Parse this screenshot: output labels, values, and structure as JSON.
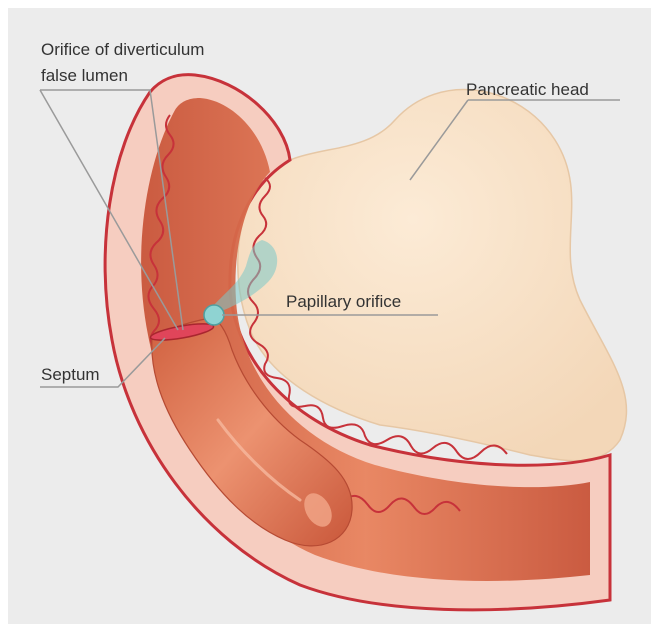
{
  "labels": {
    "orifice_false_lumen_line1": "Orifice of diverticulum",
    "orifice_false_lumen_line2": "false lumen",
    "pancreatic_head": "Pancreatic head",
    "papillary_orifice": "Papillary orifice",
    "septum": "Septum"
  },
  "colors": {
    "background": "#ececec",
    "duodenal_wall": "#c7323a",
    "mucosa_outer": "#f6cdc0",
    "mucosa_inner": "#dc6e4e",
    "pancreas": "#f8e0c4",
    "papilla": "#7cc9c9",
    "leader_line": "#9a9a9a"
  }
}
